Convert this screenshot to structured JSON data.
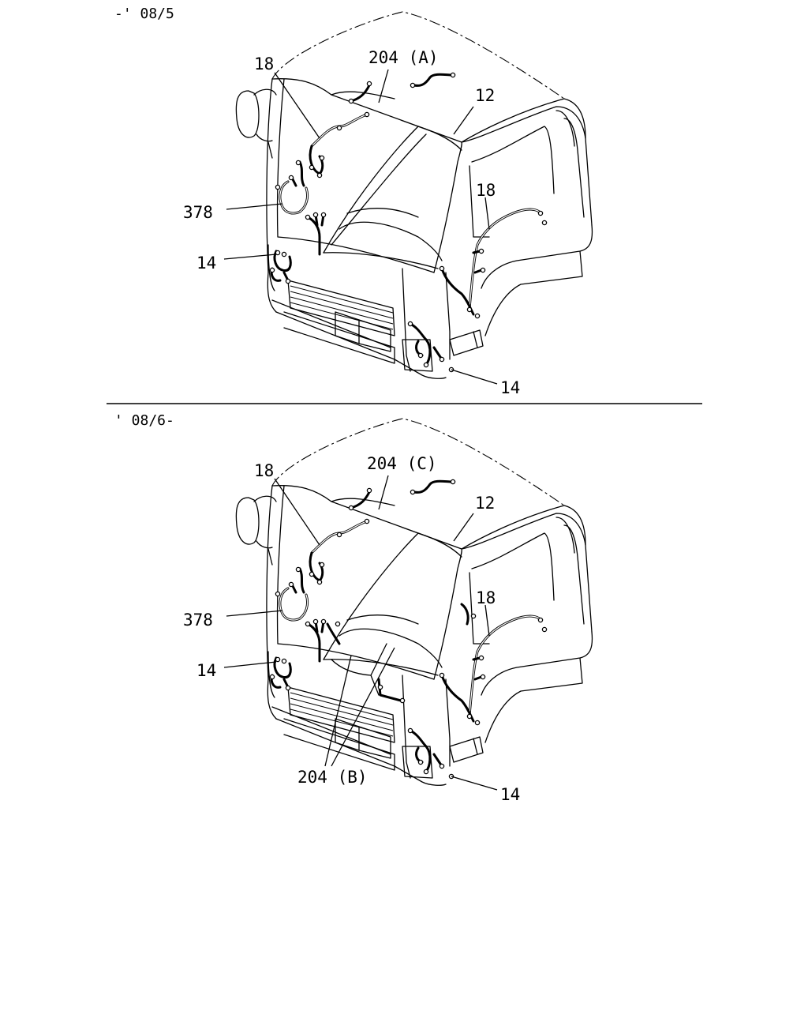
{
  "panels": [
    {
      "era_label": "-' 08/5",
      "callouts": {
        "c18_top": "18",
        "c204_top": "204 (A)",
        "c12": "12",
        "c18_right": "18",
        "c378": "378",
        "c14_left": "14",
        "c14_bottom": "14"
      }
    },
    {
      "era_label": "' 08/6-",
      "callouts": {
        "c18_top": "18",
        "c204_top": "204 (C)",
        "c12": "12",
        "c18_right": "18",
        "c378": "378",
        "c14_left": "14",
        "c14_bottom": "14",
        "c204_bottom": "204 (B)"
      }
    }
  ]
}
